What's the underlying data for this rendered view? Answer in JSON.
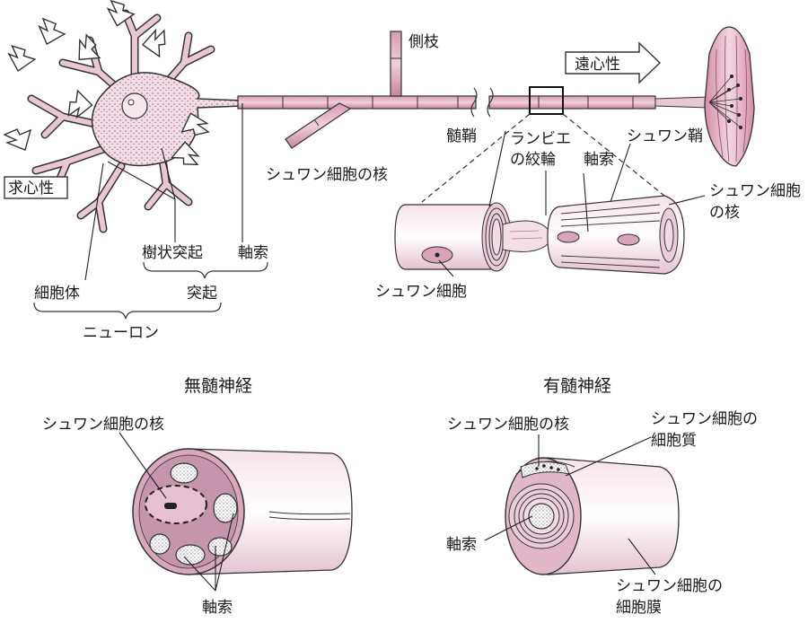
{
  "colors": {
    "tissue": "#e9c7d4",
    "tissue_light": "#f7e8ee",
    "tissue_dark": "#c98aa3",
    "outline": "#333333",
    "arrow_fill": "#ffffff"
  },
  "neuron_labels": {
    "collateral": "側枝",
    "centrifugal": "遠心性",
    "centripetal": "求心性",
    "myelin_sheath": "髄鞘",
    "ranvier_node": "ランビエ\nの絞輪",
    "schwann_sheath": "シュワン鞘",
    "axon": "軸索",
    "schwann_nucleus": "シュワン細胞の核",
    "schwann_nucleus_split": "シュワン細胞\nの核",
    "schwann_cell": "シュワン細胞",
    "dendrite": "樹状突起",
    "axon_left": "軸索",
    "cell_body": "細胞体",
    "process": "突起",
    "neuron": "ニューロン"
  },
  "unmyelinated": {
    "title": "無髄神経",
    "nucleus_label": "シュワン細胞の核",
    "axon_label": "軸索"
  },
  "myelinated": {
    "title": "有髄神経",
    "nucleus_label": "シュワン細胞の核",
    "cytoplasm_label": "シュワン細胞の\n細胞質",
    "axon_label": "軸索",
    "membrane_label": "シュワン細胞の\n細胞膜"
  },
  "icons": [
    "input-arrow-icon",
    "output-arrow-icon",
    "magnify-box-icon"
  ]
}
